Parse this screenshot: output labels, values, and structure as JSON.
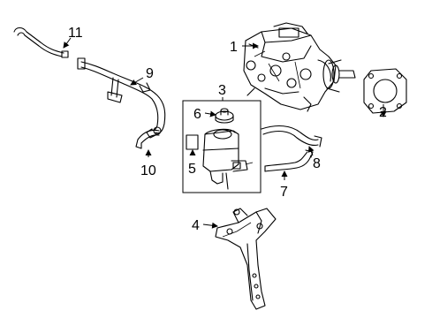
{
  "callouts": {
    "c1": "1",
    "c2": "2",
    "c3": "3",
    "c4": "4",
    "c5": "5",
    "c6": "6",
    "c7": "7",
    "c8": "8",
    "c9": "9",
    "c10": "10",
    "c11": "11"
  },
  "parts": [
    {
      "id": "1",
      "icon": "brake-booster-master-cylinder-icon"
    },
    {
      "id": "2",
      "icon": "gasket-icon"
    },
    {
      "id": "3",
      "icon": "reservoir-assembly-group"
    },
    {
      "id": "4",
      "icon": "mounting-bracket-icon"
    },
    {
      "id": "5",
      "icon": "label-icon"
    },
    {
      "id": "6",
      "icon": "reservoir-cap-icon"
    },
    {
      "id": "7",
      "icon": "hose-icon"
    },
    {
      "id": "8",
      "icon": "hose-icon"
    },
    {
      "id": "9",
      "icon": "vacuum-hose-icon"
    },
    {
      "id": "10",
      "icon": "hose-icon"
    },
    {
      "id": "11",
      "icon": "hose-icon"
    }
  ]
}
